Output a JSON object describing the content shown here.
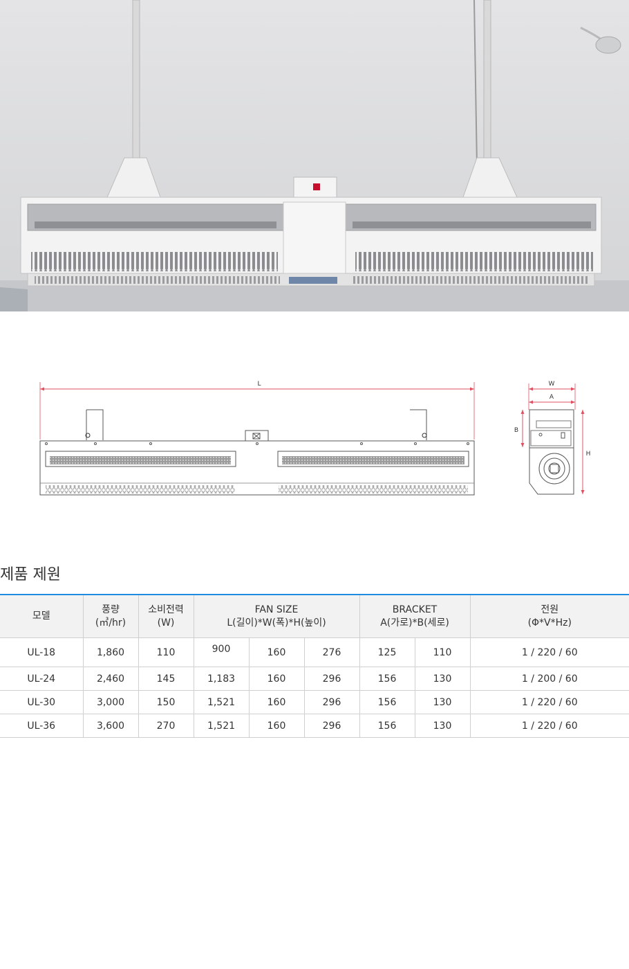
{
  "drawing": {
    "front_label_length": "L",
    "side_label_width": "W",
    "side_label_a": "A",
    "side_label_b": "B",
    "side_label_h": "H"
  },
  "spec": {
    "title": "제품 제원",
    "headers": {
      "model": "모델",
      "airflow": "풍량",
      "airflow_unit": "(㎥/hr)",
      "power": "소비전력",
      "power_unit": "(W)",
      "fan_size": "FAN SIZE",
      "fan_size_sub": "L(길이)*W(폭)*H(높이)",
      "bracket": "BRACKET",
      "bracket_sub": "A(가로)*B(세로)",
      "supply": "전원",
      "supply_sub": "(Φ*V*Hz)"
    },
    "rows": [
      {
        "model": "UL-18",
        "airflow": "1,860",
        "power": "110",
        "l": "900",
        "w": "160",
        "h": "276",
        "a": "125",
        "b": "110",
        "supply": "1 / 220 / 60"
      },
      {
        "model": "UL-24",
        "airflow": "2,460",
        "power": "145",
        "l": "1,183",
        "w": "160",
        "h": "296",
        "a": "156",
        "b": "130",
        "supply": "1 / 200 / 60"
      },
      {
        "model": "UL-30",
        "airflow": "3,000",
        "power": "150",
        "l": "1,521",
        "w": "160",
        "h": "296",
        "a": "156",
        "b": "130",
        "supply": "1 / 220 / 60"
      },
      {
        "model": "UL-36",
        "airflow": "3,600",
        "power": "270",
        "l": "1,521",
        "w": "160",
        "h": "296",
        "a": "156",
        "b": "130",
        "supply": "1 / 220 / 60"
      }
    ]
  }
}
